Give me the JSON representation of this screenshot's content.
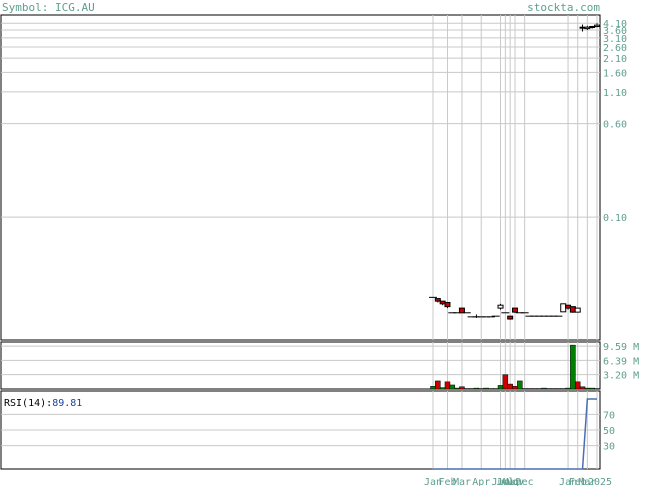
{
  "header": {
    "symbol_label": "Symbol:",
    "symbol": "ICG.AU",
    "site": "stockta.com"
  },
  "colors": {
    "grid": "#c8c8c8",
    "text": "#5f9f8f",
    "up": "#008000",
    "down": "#cc0000",
    "rsi_line": "#4a6fb0",
    "rsi_value": "#1a3f9f"
  },
  "chart_data": [
    {
      "type": "candlestick",
      "scale": "log",
      "ylim": [
        0.0095,
        4.8
      ],
      "yticks": [
        {
          "v": 4.1,
          "label": "4.10"
        },
        {
          "v": 3.6,
          "label": "3.60"
        },
        {
          "v": 3.1,
          "label": "3.10"
        },
        {
          "v": 2.6,
          "label": "2.60"
        },
        {
          "v": 2.1,
          "label": "2.10"
        },
        {
          "v": 1.6,
          "label": "1.60"
        },
        {
          "v": 1.1,
          "label": "1.10"
        },
        {
          "v": 0.6,
          "label": "0.60"
        },
        {
          "v": 0.1,
          "label": "0.10"
        }
      ],
      "candles": [
        {
          "o": 0.0215,
          "h": 0.0215,
          "l": 0.0215,
          "c": 0.0215
        },
        {
          "o": 0.021,
          "h": 0.021,
          "l": 0.0195,
          "c": 0.02
        },
        {
          "o": 0.02,
          "h": 0.02,
          "l": 0.0185,
          "c": 0.019
        },
        {
          "o": 0.0195,
          "h": 0.0195,
          "l": 0.0175,
          "c": 0.018
        },
        {
          "o": 0.016,
          "h": 0.016,
          "l": 0.016,
          "c": 0.016
        },
        {
          "o": 0.016,
          "h": 0.016,
          "l": 0.016,
          "c": 0.016
        },
        {
          "o": 0.0175,
          "h": 0.0175,
          "l": 0.016,
          "c": 0.016
        },
        {
          "o": 0.016,
          "h": 0.016,
          "l": 0.016,
          "c": 0.016
        },
        {
          "o": 0.0148,
          "h": 0.0148,
          "l": 0.0148,
          "c": 0.0148
        },
        {
          "o": 0.0148,
          "h": 0.0155,
          "l": 0.0145,
          "c": 0.0148
        },
        {
          "o": 0.0148,
          "h": 0.0148,
          "l": 0.0148,
          "c": 0.0148
        },
        {
          "o": 0.0148,
          "h": 0.0148,
          "l": 0.0148,
          "c": 0.0148
        },
        {
          "o": 0.0148,
          "h": 0.0148,
          "l": 0.0148,
          "c": 0.0148
        },
        {
          "o": 0.015,
          "h": 0.015,
          "l": 0.015,
          "c": 0.015
        },
        {
          "o": 0.0175,
          "h": 0.019,
          "l": 0.017,
          "c": 0.0185
        },
        {
          "o": 0.016,
          "h": 0.016,
          "l": 0.016,
          "c": 0.016
        },
        {
          "o": 0.015,
          "h": 0.015,
          "l": 0.014,
          "c": 0.0142
        },
        {
          "o": 0.0175,
          "h": 0.0175,
          "l": 0.016,
          "c": 0.0162
        },
        {
          "o": 0.016,
          "h": 0.016,
          "l": 0.016,
          "c": 0.016
        },
        {
          "o": 0.016,
          "h": 0.016,
          "l": 0.016,
          "c": 0.016
        },
        {
          "o": 0.015,
          "h": 0.015,
          "l": 0.015,
          "c": 0.015
        },
        {
          "o": 0.015,
          "h": 0.015,
          "l": 0.015,
          "c": 0.015
        },
        {
          "o": 0.015,
          "h": 0.015,
          "l": 0.015,
          "c": 0.015
        },
        {
          "o": 0.015,
          "h": 0.015,
          "l": 0.015,
          "c": 0.015
        },
        {
          "o": 0.015,
          "h": 0.015,
          "l": 0.015,
          "c": 0.015
        },
        {
          "o": 0.015,
          "h": 0.015,
          "l": 0.015,
          "c": 0.015
        },
        {
          "o": 0.015,
          "h": 0.015,
          "l": 0.015,
          "c": 0.015
        },
        {
          "o": 0.0163,
          "h": 0.019,
          "l": 0.0163,
          "c": 0.019
        },
        {
          "o": 0.0185,
          "h": 0.0185,
          "l": 0.017,
          "c": 0.0175
        },
        {
          "o": 0.018,
          "h": 0.018,
          "l": 0.016,
          "c": 0.0162
        },
        {
          "o": 0.0162,
          "h": 0.0175,
          "l": 0.0162,
          "c": 0.0175
        },
        {
          "o": 3.8,
          "h": 4.0,
          "l": 3.5,
          "c": 3.75
        },
        {
          "o": 3.7,
          "h": 3.9,
          "l": 3.6,
          "c": 3.8
        },
        {
          "o": 3.8,
          "h": 3.9,
          "l": 3.7,
          "c": 3.85
        },
        {
          "o": 3.85,
          "h": 4.1,
          "l": 3.8,
          "c": 3.95
        }
      ]
    },
    {
      "type": "bar",
      "name": "volume",
      "ylim": [
        0,
        10.5
      ],
      "yticks": [
        {
          "v": 9.59,
          "label": "9.59 M"
        },
        {
          "v": 6.39,
          "label": "6.39 M"
        },
        {
          "v": 3.2,
          "label": "3.20 M"
        }
      ],
      "values": [
        0.6,
        1.8,
        0.3,
        1.6,
        0.9,
        0.2,
        0.5,
        0.1,
        0.1,
        0.2,
        0.1,
        0.2,
        0.1,
        0.1,
        0.8,
        3.2,
        1.1,
        0.6,
        1.8,
        0.1,
        0.1,
        0.1,
        0.1,
        0.2,
        0.1,
        0.1,
        0.1,
        0.1,
        0.2,
        9.8,
        1.6,
        0.5,
        0.2,
        0.2,
        0.1
      ],
      "up": [
        true,
        false,
        true,
        false,
        true,
        true,
        false,
        true,
        true,
        true,
        true,
        true,
        true,
        true,
        true,
        false,
        false,
        false,
        true,
        true,
        true,
        true,
        true,
        true,
        true,
        true,
        true,
        true,
        true,
        true,
        false,
        false,
        true,
        true,
        true
      ]
    },
    {
      "type": "line",
      "name": "RSI(14)",
      "label": "RSI(14)",
      "last_value": "89.81",
      "ylim": [
        0,
        100
      ],
      "yticks": [
        {
          "v": 70,
          "label": "70"
        },
        {
          "v": 50,
          "label": "50"
        },
        {
          "v": 30,
          "label": "30"
        }
      ],
      "values": [
        0,
        0,
        0,
        0,
        0,
        0,
        0,
        0,
        0,
        0,
        0,
        0,
        0,
        0,
        0,
        0,
        0,
        0,
        0,
        0,
        0,
        0,
        0,
        0,
        0,
        0,
        0,
        0,
        0,
        0,
        0,
        0,
        89.81,
        89.81,
        89.81
      ]
    }
  ],
  "x_axis": {
    "ticks": [
      {
        "i": 0,
        "label": "Jan"
      },
      {
        "i": 3,
        "label": "Feb"
      },
      {
        "i": 6,
        "label": "Mar"
      },
      {
        "i": 10,
        "label": "Apr"
      },
      {
        "i": 14,
        "label": "Jun"
      },
      {
        "i": 15,
        "label": "Jul"
      },
      {
        "i": 16,
        "label": "Aug"
      },
      {
        "i": 17,
        "label": "Nov"
      },
      {
        "i": 19,
        "label": "Dec"
      },
      {
        "i": 28,
        "label": "Jan"
      },
      {
        "i": 30,
        "label": "Feb"
      },
      {
        "i": 32,
        "label": "Mar"
      },
      {
        "i": 34,
        "label": "2025"
      }
    ]
  }
}
